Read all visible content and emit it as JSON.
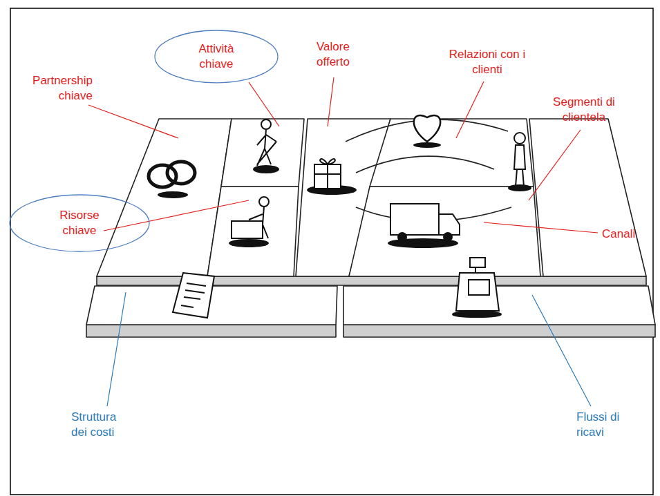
{
  "diagram": {
    "nodes": [
      {
        "text": [
          "Attività chiave"
        ]
      },
      {
        "text": [
          "Risorse chiave"
        ]
      }
    ],
    "labels": [
      "Valore offerto",
      "Relazioni con i clienti",
      "Partnership chiave",
      "Segmenti di clientela",
      "Canali",
      "Struttura dei costi",
      "Flussi di ricavi"
    ]
  }
}
